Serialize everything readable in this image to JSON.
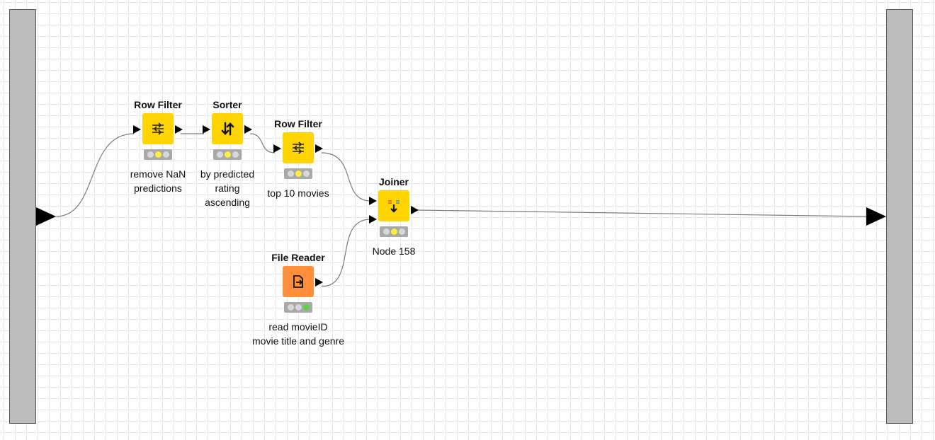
{
  "workflow": {
    "nodes": {
      "row_filter_1": {
        "title": "Row Filter",
        "label": "remove NaN\npredictions",
        "icon": "row-filter-icon"
      },
      "sorter": {
        "title": "Sorter",
        "label": "by predicted\nrating\nascending",
        "icon": "sorter-icon"
      },
      "row_filter_2": {
        "title": "Row Filter",
        "label": "top 10 movies",
        "icon": "row-filter-icon"
      },
      "joiner": {
        "title": "Joiner",
        "label": "Node 158",
        "icon": "joiner-icon"
      },
      "file_reader": {
        "title": "File Reader",
        "label": "read movieID\nmovie title and genre",
        "icon": "file-reader-icon"
      }
    },
    "status_lights": {
      "row_filter_1": "yellow",
      "sorter": "yellow",
      "row_filter_2": "yellow",
      "joiner": "yellow",
      "file_reader": "green"
    },
    "colors": {
      "manipulator_node": "#ffd400",
      "source_node": "#ff8f3a",
      "io_bar": "#bcbcbc",
      "grid": "#e6e6e6",
      "connection": "#777777"
    }
  }
}
